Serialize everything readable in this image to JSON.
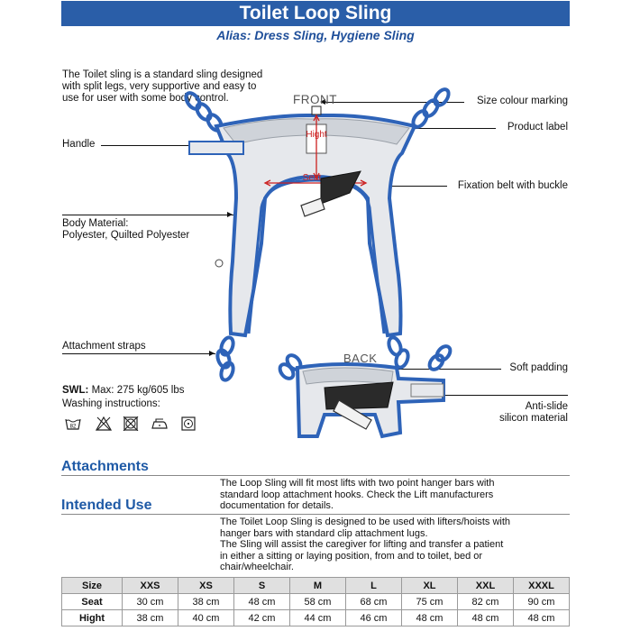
{
  "header": {
    "title": "Toilet Loop Sling",
    "alias": "Alias: Dress Sling, Hygiene Sling"
  },
  "intro": [
    "The Toilet sling is a standard sling designed",
    "with split legs, very supportive and easy to",
    "use for user with some body control."
  ],
  "diagram": {
    "front_label": "FRONT",
    "back_label": "BACK",
    "hight_mark": "Hight",
    "seat_mark": "Seat"
  },
  "callouts": {
    "handle": "Handle",
    "body_material_line1": "Body Material:",
    "body_material_line2": "Polyester, Quilted Polyester",
    "attachment_straps": "Attachment straps",
    "size_colour_marking": "Size colour marking",
    "product_label": "Product label",
    "fixation_belt": "Fixation belt with buckle",
    "soft_padding": "Soft padding",
    "anti_slide_line1": "Anti-slide",
    "anti_slide_line2": "silicon material"
  },
  "swl": {
    "label": "SWL:",
    "value": " Max: 275 kg/605 lbs"
  },
  "washing": {
    "label": "Washing instructions:",
    "icons": [
      "wash-82-icon",
      "no-bleach-icon",
      "no-tumble-dry-icon",
      "iron-icon",
      "dry-clean-icon"
    ],
    "temperature": "82"
  },
  "sections": {
    "attachments_title": "Attachments",
    "attachments_text": [
      "The Loop Sling will fit most lifts with two point hanger bars with",
      "standard loop attachment hooks. Check the Lift manufacturers",
      "documentation for details."
    ],
    "intended_use_title": "Intended Use",
    "intended_use_text": [
      "The Toilet Loop Sling is designed to be used with lifters/hoists with",
      "hanger bars with standard clip attachment lugs.",
      "The Sling will assist the caregiver for lifting and transfer a patient",
      "in either a sitting or laying position, from and to toilet, bed or",
      "chair/wheelchair."
    ]
  },
  "size_table": {
    "headers": [
      "Size",
      "XXS",
      "XS",
      "S",
      "M",
      "L",
      "XL",
      "XXL",
      "XXXL"
    ],
    "rows": [
      [
        "Seat",
        "30 cm",
        "38 cm",
        "48 cm",
        "58 cm",
        "68 cm",
        "75 cm",
        "82 cm",
        "90 cm"
      ],
      [
        "Hight",
        "38 cm",
        "40 cm",
        "42 cm",
        "44 cm",
        "46 cm",
        "48 cm",
        "48 cm",
        "48 cm"
      ]
    ]
  },
  "colors": {
    "banner": "#2a5ea8",
    "section_title": "#1f5aa6",
    "sling_edge": "#2e63b8",
    "sling_fill": "#e6e8ec",
    "seat_arrow": "#cc1f1f"
  }
}
